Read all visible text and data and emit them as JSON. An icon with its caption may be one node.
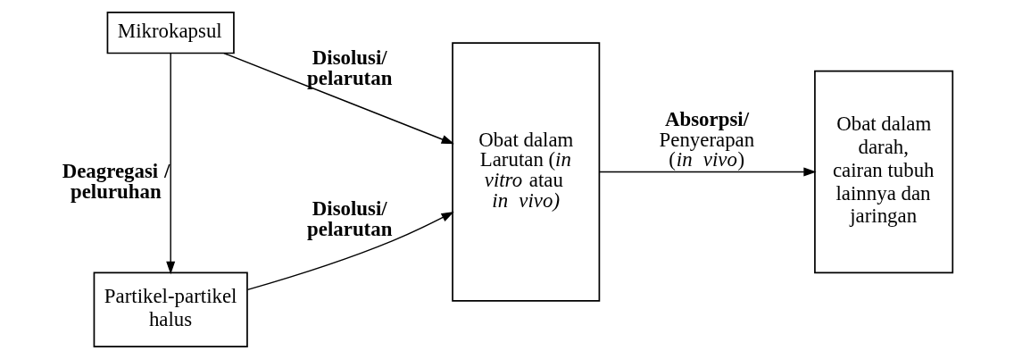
{
  "diagram": {
    "nodes": [
      {
        "text": [
          "Mikrokapsul"
        ]
      },
      {
        "text": [
          "Partikel-partikel halus"
        ]
      },
      {
        "text": [
          "Obat dalam Larutan (*in vitro* atau *in vivo)*"
        ]
      },
      {
        "text": [
          "Obat dalam darah, cairan tubuh lainnya dan jaringan"
        ]
      }
    ],
    "edges": [
      {
        "from": 0,
        "to": 2,
        "arrow": "to",
        "label": "**Disolusi/ pelarutan**"
      },
      {
        "from": 0,
        "to": 1,
        "arrow": "to",
        "label": "**Deagregasi / peluruhan**"
      },
      {
        "from": 1,
        "to": 2,
        "arrow": "to",
        "label": "**Disolusi/ pelarutan**"
      },
      {
        "from": 2,
        "to": 3,
        "arrow": "to",
        "label": "**Absorpsi/** Penyerapan (*in vivo*)"
      }
    ]
  }
}
